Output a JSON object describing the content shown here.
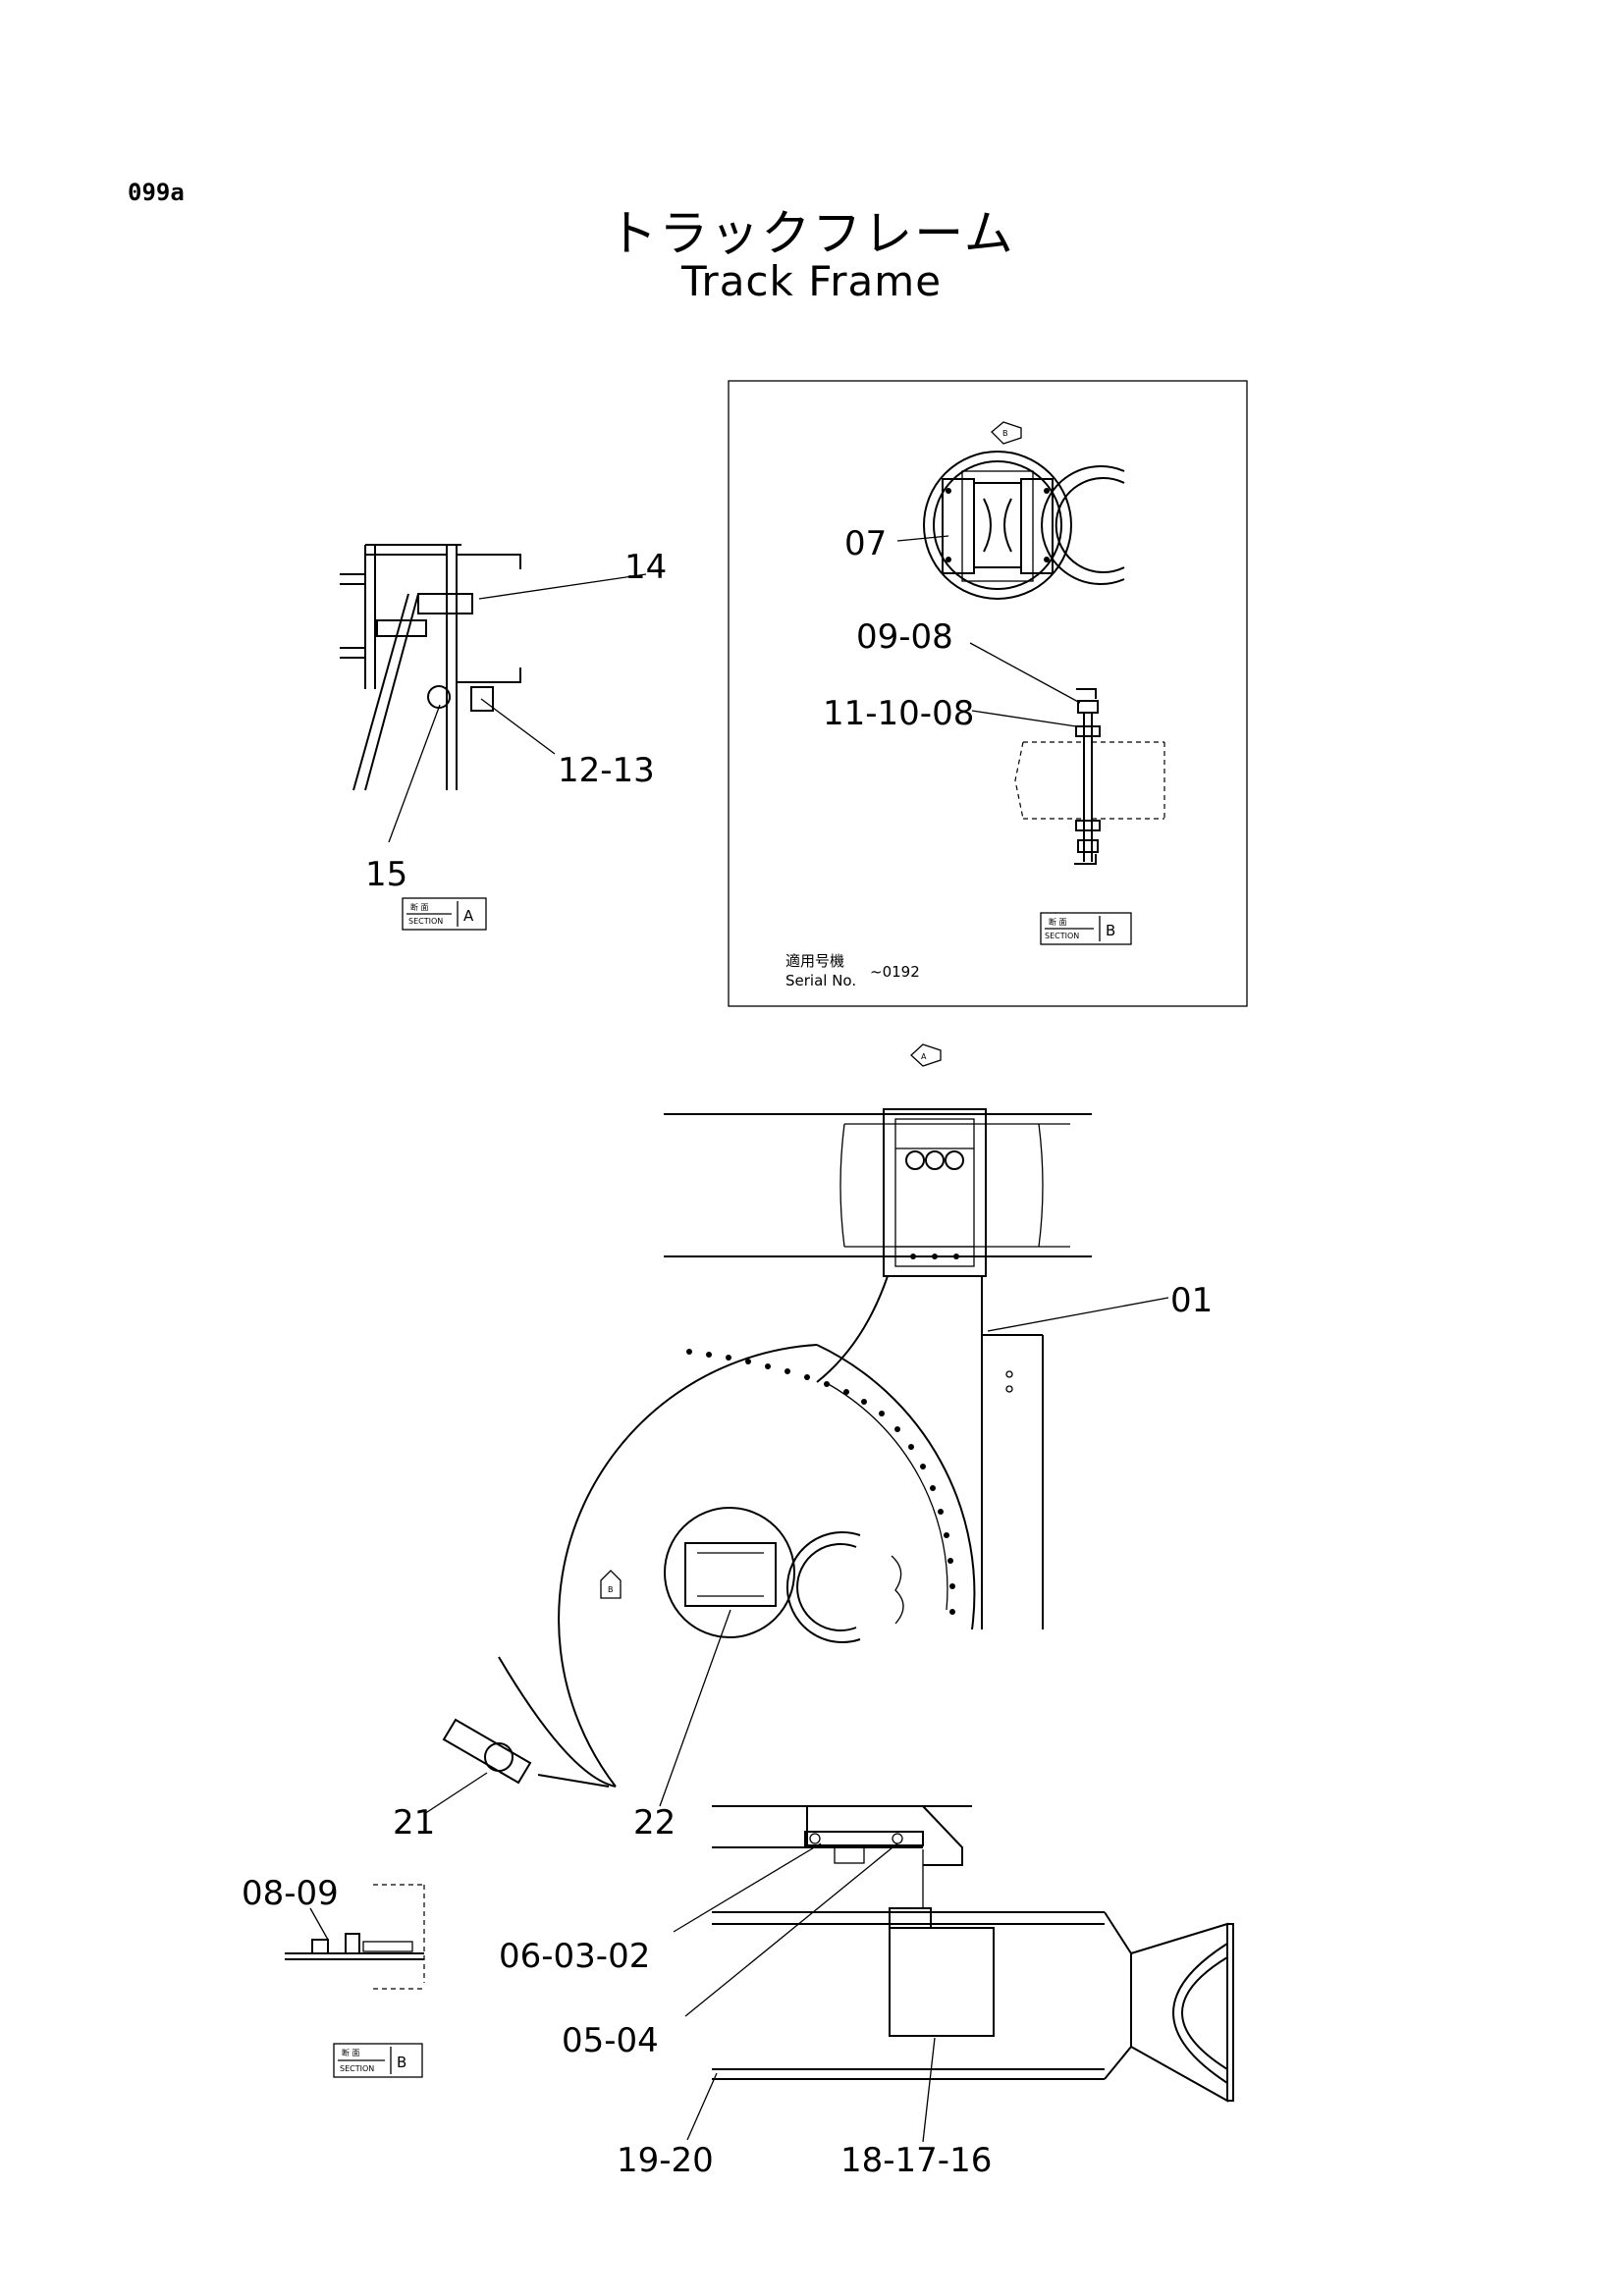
{
  "page": {
    "code": "099a",
    "title_ja": "トラックフレーム",
    "title_en": "Track Frame"
  },
  "callouts": {
    "c14": "14",
    "c12_13": "12-13",
    "c15": "15",
    "c07": "07",
    "c09_08": "09-08",
    "c11_10_08": "11-10-08",
    "c01": "01",
    "c21": "21",
    "c22": "22",
    "c08_09": "08-09",
    "c06_03_02": "06-03-02",
    "c05_04": "05-04",
    "c19_20": "19-20",
    "c18_17_16": "18-17-16"
  },
  "sections": {
    "section_a": {
      "kanji": "断 面",
      "word": "SECTION",
      "letter": "A"
    },
    "section_b_box": {
      "kanji": "断 面",
      "word": "SECTION",
      "letter": "B"
    },
    "section_b_lower": {
      "kanji": "断 面",
      "word": "SECTION",
      "letter": "B"
    }
  },
  "serial": {
    "label_ja": "適用号機",
    "label_en": "Serial No.",
    "value": "~0192"
  },
  "view_markers": {
    "a": "A",
    "b": "B"
  }
}
